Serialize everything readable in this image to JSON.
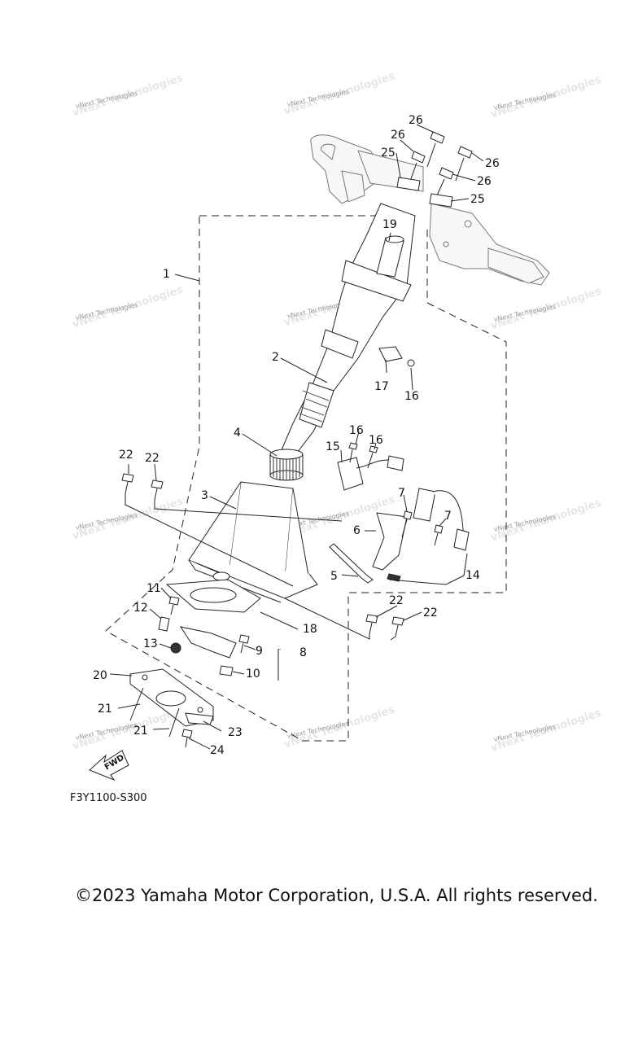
{
  "watermark": "vNext Technologies",
  "diagram_code": "F3Y1100-S300",
  "copyright": "©2023 Yamaha Motor Corporation, U.S.A. All rights reserved.",
  "fwd_label": "FWD",
  "callouts": {
    "c1": "1",
    "c2": "2",
    "c3": "3",
    "c4": "4",
    "c5": "5",
    "c6": "6",
    "c7a": "7",
    "c7b": "7",
    "c8": "8",
    "c9": "9",
    "c10": "10",
    "c11": "11",
    "c12": "12",
    "c13": "13",
    "c14": "14",
    "c15": "15",
    "c16a": "16",
    "c16b": "16",
    "c16c": "16",
    "c17": "17",
    "c18": "18",
    "c19": "19",
    "c20": "20",
    "c21a": "21",
    "c21b": "21",
    "c22a": "22",
    "c22b": "22",
    "c22c": "22",
    "c22d": "22",
    "c23": "23",
    "c24": "24",
    "c25a": "25",
    "c25b": "25",
    "c26a": "26",
    "c26b": "26",
    "c26c": "26",
    "c26d": "26"
  }
}
